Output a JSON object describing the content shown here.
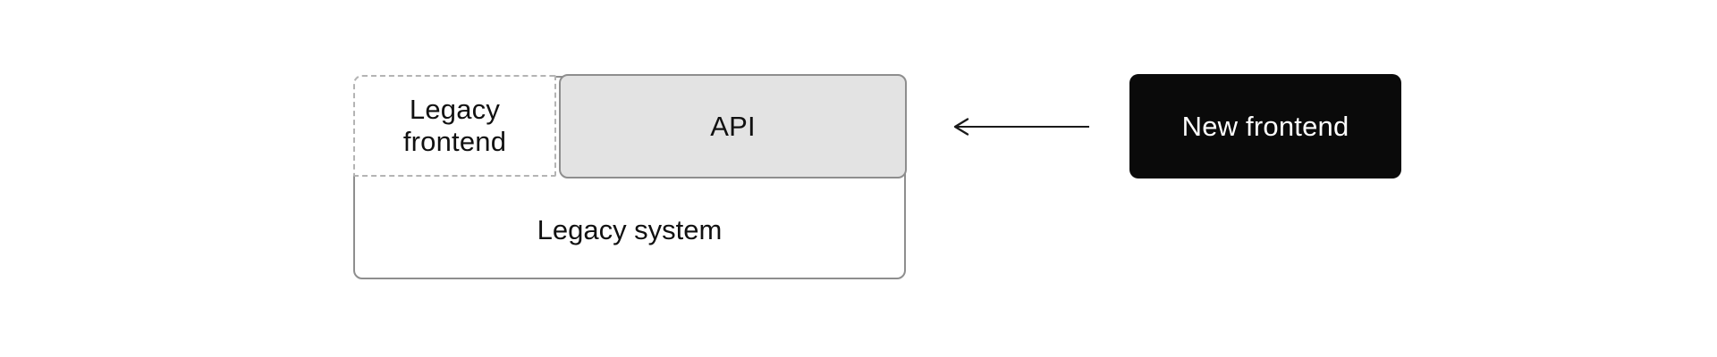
{
  "diagram": {
    "legacy_system": {
      "label": "Legacy system"
    },
    "legacy_frontend": {
      "label": "Legacy frontend"
    },
    "api": {
      "label": "API"
    },
    "new_frontend": {
      "label": "New frontend"
    },
    "arrow": {
      "direction": "left",
      "from": "new_frontend",
      "to": "api"
    }
  },
  "colors": {
    "background": "#ffffff",
    "box_border": "#8e8e8e",
    "dashed_border": "#b4b4b4",
    "api_fill": "#e3e3e3",
    "new_frontend_fill": "#0a0a0a",
    "new_frontend_text": "#ffffff",
    "text": "#111111",
    "arrow": "#1a1a1a"
  }
}
